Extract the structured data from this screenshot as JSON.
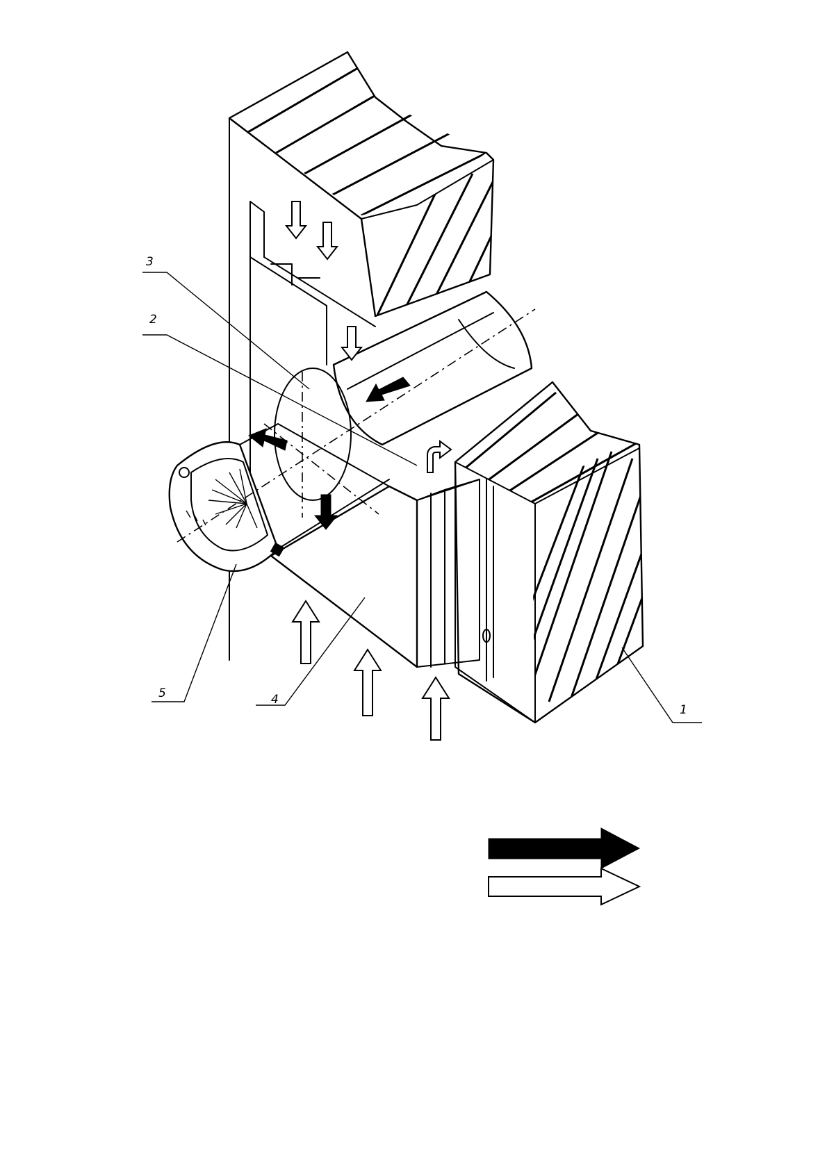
{
  "labels": {
    "part_1": "1",
    "part_2": "2",
    "part_3": "3",
    "part_4": "4",
    "part_5": "5"
  },
  "legend": {
    "arrows": [
      {
        "icon": "solid-arrow-icon",
        "color": "#000000"
      },
      {
        "icon": "hollow-arrow-icon",
        "color": "#ffffff"
      }
    ]
  }
}
